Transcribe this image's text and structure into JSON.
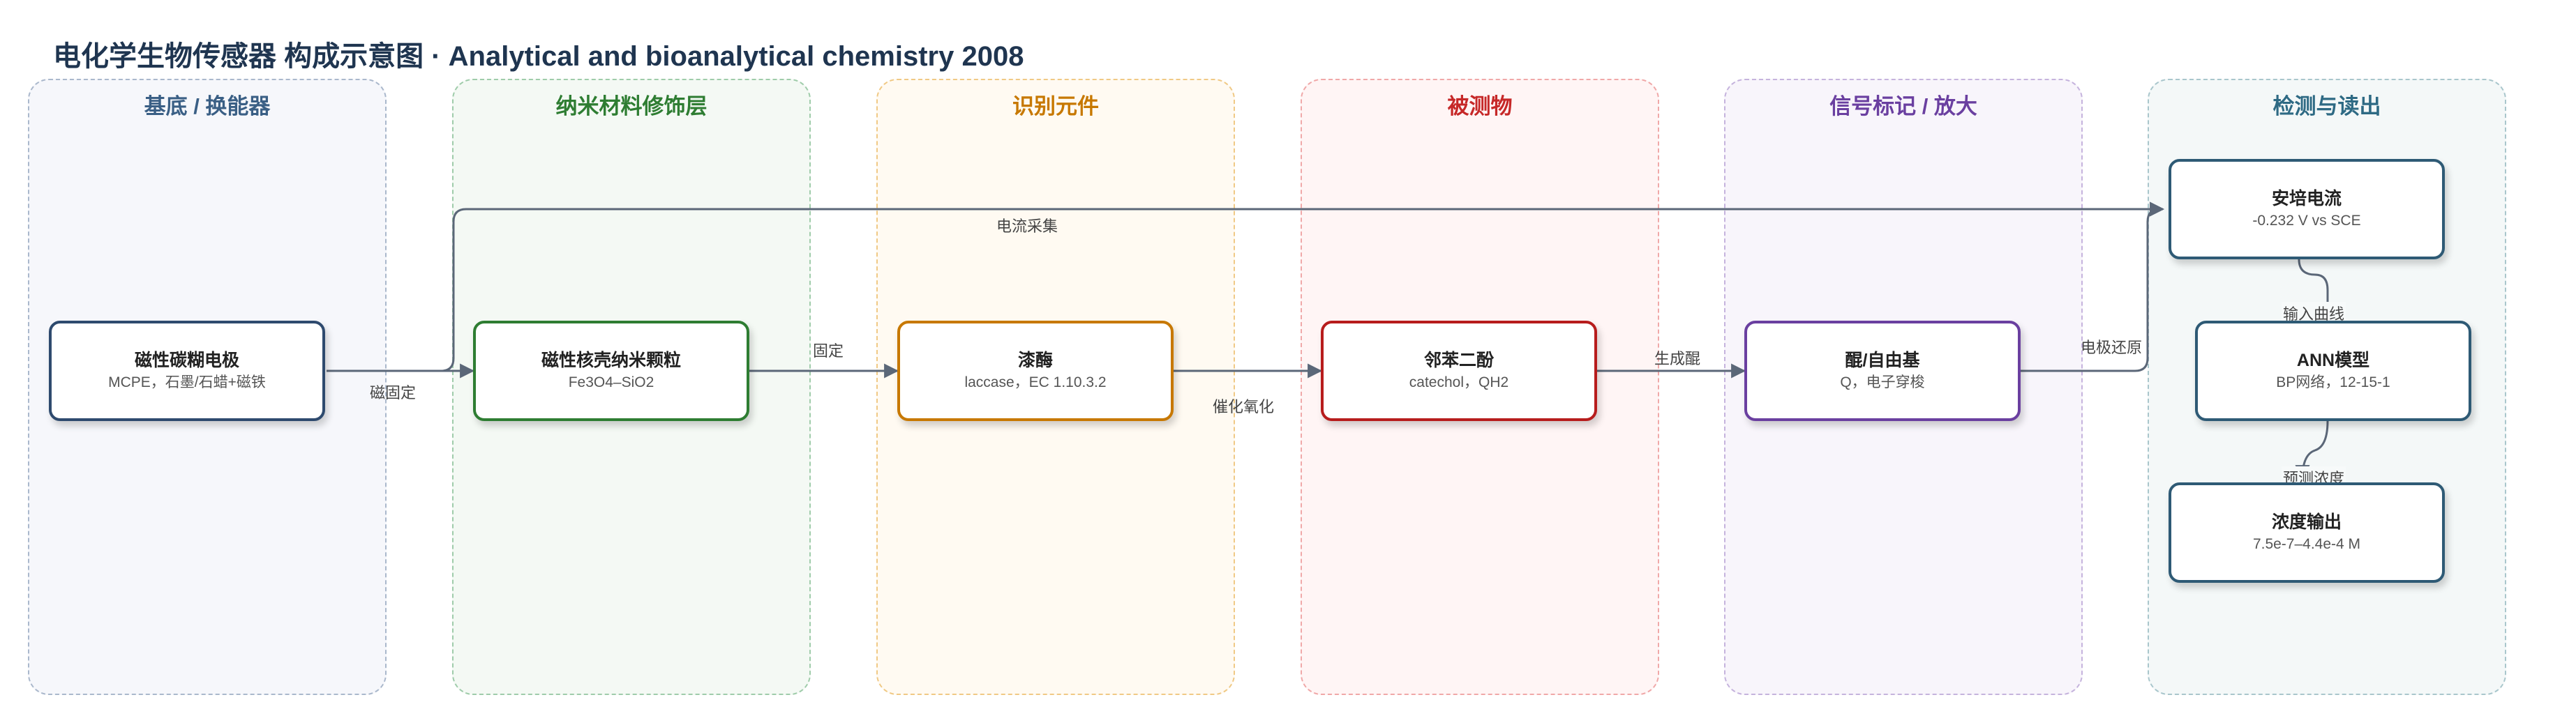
{
  "title": "电化学生物传感器 构成示意图 · Analytical and bioanalytical chemistry 2008",
  "lanes": [
    {
      "label": "基底 / 换能器",
      "color": "#3a5f85",
      "border": "#aab8cc",
      "fill": "#f6f7fb"
    },
    {
      "label": "纳米材料修饰层",
      "color": "#2e7d32",
      "border": "#9fccaa",
      "fill": "#f4f9f4"
    },
    {
      "label": "识别元件",
      "color": "#c77800",
      "border": "#f0c985",
      "fill": "#fffaf2"
    },
    {
      "label": "被测物",
      "color": "#c62828",
      "border": "#f0a8a8",
      "fill": "#fff5f5"
    },
    {
      "label": "信号标记 / 放大",
      "color": "#6a3fa0",
      "border": "#c5b3dd",
      "fill": "#f8f5fb"
    },
    {
      "label": "检测与读出",
      "color": "#2e6a84",
      "border": "#a9c6cc",
      "fill": "#f4f8f8"
    }
  ],
  "nodes": {
    "electrode": {
      "title": "磁性碳糊电极",
      "sub": "MCPE，石墨/石蜡+磁铁",
      "border": "#2e4a6e"
    },
    "nanoparticle": {
      "title": "磁性核壳纳米颗粒",
      "sub": "Fe3O4–SiO2",
      "border": "#2e7d32"
    },
    "enzyme": {
      "title": "漆酶",
      "sub": "laccase，EC 1.10.3.2",
      "border": "#c77800"
    },
    "catechol": {
      "title": "邻苯二酚",
      "sub": "catechol，QH2",
      "border": "#b71c1c"
    },
    "quinone": {
      "title": "醌/自由基",
      "sub": "Q，电子穿梭",
      "border": "#6a3fa0"
    },
    "current": {
      "title": "安培电流",
      "sub": "-0.232 V vs SCE",
      "border": "#2e5a75"
    },
    "ann": {
      "title": "ANN模型",
      "sub": "BP网络，12-15-1",
      "border": "#2e5a75"
    },
    "output": {
      "title": "浓度输出",
      "sub": "7.5e-7–4.4e-4 M",
      "border": "#2e5a75"
    }
  },
  "edges": {
    "fix_magnetic": "磁固定",
    "current_collect": "电流采集",
    "fix": "固定",
    "catalytic_oxidation": "催化氧化",
    "generate_quinone": "生成醌",
    "electrode_reduction": "电极还原",
    "input_curve": "输入曲线",
    "predict_conc": "预测浓度"
  },
  "edge_color": "#5b6778"
}
